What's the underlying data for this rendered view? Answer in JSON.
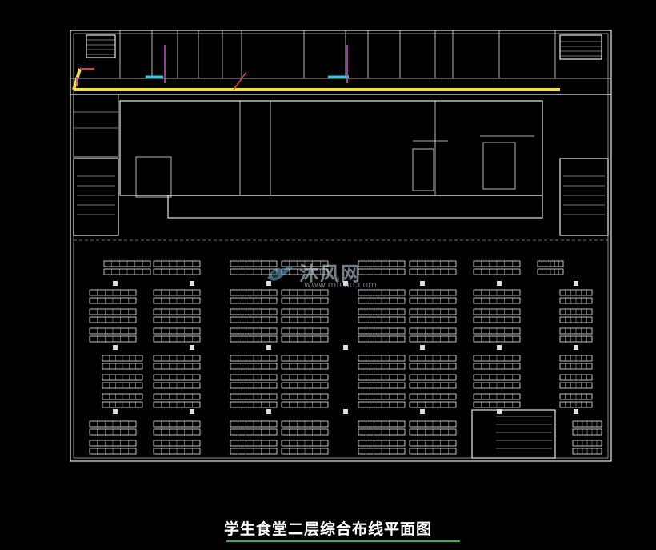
{
  "title": "学生食堂二层综合布线平面图",
  "watermark": {
    "text": "沐风网",
    "url": "www.mfcad.com"
  },
  "colors": {
    "background": "#000000",
    "wall": "#ffffff",
    "corridor_line": "#f1e24a",
    "cable_cyan": "#22d2e6",
    "cable_red": "#e23b3b",
    "cable_magenta": "#d050d0",
    "title_underline": "#2fb45a"
  }
}
